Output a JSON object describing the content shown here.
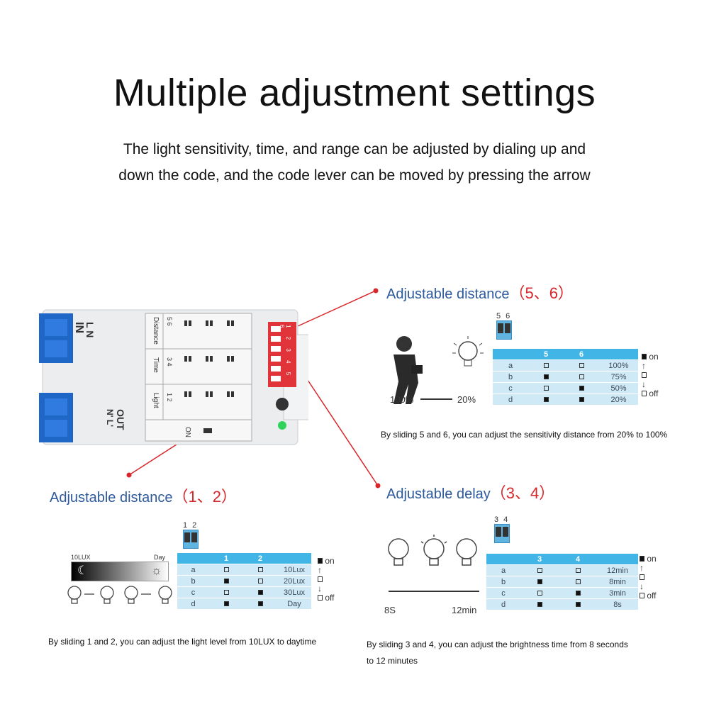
{
  "header": {
    "title": "Multiple adjustment settings",
    "subtitle_line1": "The light sensitivity, time, and range can be adjusted by dialing up and",
    "subtitle_line2": "down the code, and the code lever can be moved by pressing the arrow"
  },
  "device": {
    "label_in": "IN",
    "label_ln": "L N",
    "label_out": "OUT",
    "label_nl": "N' L'",
    "label_on": "ON",
    "col_distance": "Distance",
    "col_time": "Time",
    "col_light": "Light",
    "nums_56": "5 6",
    "nums_34": "3 4",
    "nums_12": "1 2",
    "dip_numbers": "1 2 3 4 5 6"
  },
  "distance56": {
    "heading": "Adjustable distance",
    "heading_nums": "（5、6）",
    "dip_label": "5 6",
    "col_a": "5",
    "col_b": "6",
    "rows": [
      {
        "k": "a",
        "s1": false,
        "s2": false,
        "v": "100%"
      },
      {
        "k": "b",
        "s1": true,
        "s2": false,
        "v": "75%"
      },
      {
        "k": "c",
        "s1": false,
        "s2": true,
        "v": "50%"
      },
      {
        "k": "d",
        "s1": true,
        "s2": true,
        "v": "20%"
      }
    ],
    "range_from": "100%",
    "range_to": "20%",
    "legend_on": "on",
    "legend_off": "off",
    "caption": "By sliding 5 and 6, you can adjust the sensitivity distance from 20% to 100%"
  },
  "distance12": {
    "heading": "Adjustable distance",
    "heading_nums": "（1、2）",
    "dip_label": "1 2",
    "col_a": "1",
    "col_b": "2",
    "rows": [
      {
        "k": "a",
        "s1": false,
        "s2": false,
        "v": "10Lux"
      },
      {
        "k": "b",
        "s1": true,
        "s2": false,
        "v": "20Lux"
      },
      {
        "k": "c",
        "s1": false,
        "s2": true,
        "v": "30Lux"
      },
      {
        "k": "d",
        "s1": true,
        "s2": true,
        "v": "Day"
      }
    ],
    "grad_left": "10LUX",
    "grad_right": "Day",
    "legend_on": "on",
    "legend_off": "off",
    "caption": "By sliding 1 and 2, you can adjust the light level from 10LUX to daytime"
  },
  "delay34": {
    "heading": "Adjustable delay",
    "heading_nums": "（3、4）",
    "dip_label": "3 4",
    "col_a": "3",
    "col_b": "4",
    "rows": [
      {
        "k": "a",
        "s1": false,
        "s2": false,
        "v": "12min"
      },
      {
        "k": "b",
        "s1": true,
        "s2": false,
        "v": "8min"
      },
      {
        "k": "c",
        "s1": false,
        "s2": true,
        "v": "3min"
      },
      {
        "k": "d",
        "s1": true,
        "s2": true,
        "v": "8s"
      }
    ],
    "range_from": "8S",
    "range_to": "12min",
    "legend_on": "on",
    "legend_off": "off",
    "caption_line1": "By sliding 3 and 4, you can adjust the brightness time from 8 seconds",
    "caption_line2": "to 12 minutes"
  }
}
